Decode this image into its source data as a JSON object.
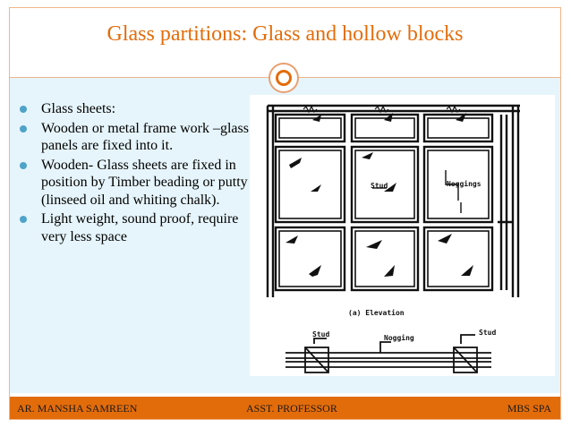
{
  "slide": {
    "title": "Glass partitions: Glass  and hollow blocks",
    "bullets": [
      "Glass sheets:",
      "Wooden or metal frame work –glass panels are fixed into it.",
      "Wooden- Glass sheets are fixed in position by Timber beading or putty (linseed oil and whiting chalk).",
      "Light weight, sound proof, require very less space"
    ]
  },
  "figure": {
    "label_stud": "Stud",
    "label_noggings": "Noggings",
    "caption": "(a) Elevation",
    "label_stud_plan_left": "Stud",
    "label_nogging_plan": "Nogging",
    "label_stud_plan_right": "Stud"
  },
  "footer": {
    "left": "AR. MANSHA SAMREEN",
    "center": "ASST. PROFESSOR",
    "right": "MBS SPA"
  },
  "colors": {
    "accent": "#e36c0a",
    "content_bg": "#e6f5fb",
    "bullet": "#4fa3c9"
  }
}
